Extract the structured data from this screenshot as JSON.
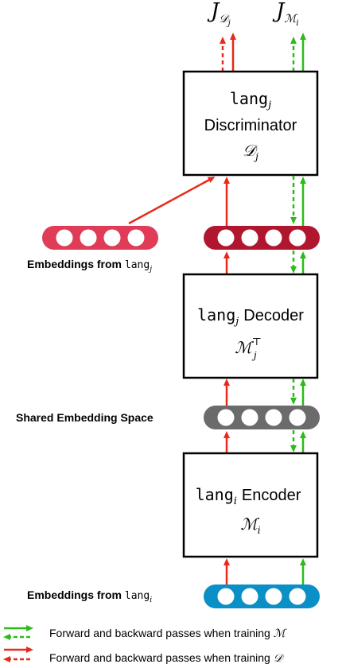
{
  "outputs": {
    "discriminator_loss": {
      "main": "J",
      "sub": "𝒟",
      "subsub": "j"
    },
    "mapping_loss": {
      "main": "J",
      "sub": "ℳ",
      "subsub": "i"
    }
  },
  "discriminator": {
    "lang_word": "lang",
    "lang_sub": "j",
    "title": "Discriminator",
    "symbol": "𝒟",
    "symbol_sub": "j"
  },
  "decoder": {
    "lang_word": "lang",
    "lang_sub": "j",
    "title": "Decoder",
    "symbol": "ℳ",
    "symbol_sub": "j",
    "symbol_sup": "⊤"
  },
  "encoder": {
    "lang_word": "lang",
    "lang_sub": "i",
    "title": "Encoder",
    "symbol": "ℳ",
    "symbol_sub": "i"
  },
  "labels": {
    "emb_target": {
      "text": "Embeddings from ",
      "lang_word": "lang",
      "lang_sub": "j"
    },
    "shared_space": "Shared Embedding Space",
    "emb_source": {
      "text": "Embeddings from ",
      "lang_word": "lang",
      "lang_sub": "i"
    }
  },
  "legend": {
    "green": {
      "text": "Forward and backward passes when training ",
      "symbol": "ℳ"
    },
    "red": {
      "text": "Forward and backward passes when training ",
      "symbol": "𝒟"
    }
  },
  "colors": {
    "red_arrow": "#e8291c",
    "green_arrow": "#2dbb1a",
    "embedding_target": "#e03c58",
    "embedding_decoded": "#b0172f",
    "embedding_shared": "#6b6b6b",
    "embedding_source": "#0a8fc6"
  }
}
